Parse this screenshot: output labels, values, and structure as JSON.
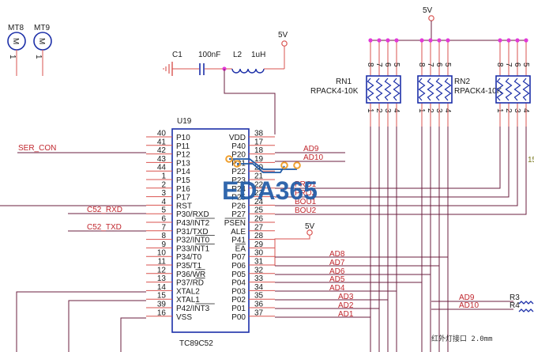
{
  "colors": {
    "wire": "#6b1f3f",
    "pin": "#d9534f",
    "part": "#1c2fa8",
    "junction": "#e23ad8",
    "power": "#d9534f",
    "net_label": "#c0262d",
    "trace": "#1f5aa6",
    "via": "#f0a030"
  },
  "mounts": [
    {
      "ref": "MT8",
      "glyph": "M",
      "pin": "1"
    },
    {
      "ref": "MT9",
      "glyph": "M",
      "pin": "1"
    }
  ],
  "filter": {
    "cap_ref": "C1",
    "cap_value": "100nF",
    "ind_ref": "L2",
    "ind_value": "1uH",
    "supply": "5V"
  },
  "mcu": {
    "ref": "U19",
    "part": "TC89C52",
    "left_pins": [
      {
        "num": "40",
        "name": "P10"
      },
      {
        "num": "41",
        "name": "P11"
      },
      {
        "num": "42",
        "name": "P12"
      },
      {
        "num": "43",
        "name": "P13"
      },
      {
        "num": "44",
        "name": "P14"
      },
      {
        "num": "1",
        "name": "P15"
      },
      {
        "num": "2",
        "name": "P16"
      },
      {
        "num": "3",
        "name": "P17"
      },
      {
        "num": "4",
        "name": "RST"
      },
      {
        "num": "5",
        "name": "P30/RXD"
      },
      {
        "num": "6",
        "name": "P43/INT2"
      },
      {
        "num": "7",
        "name": "P31/TXD"
      },
      {
        "num": "8",
        "name": "P32/INT0"
      },
      {
        "num": "9",
        "name": "P33/INT1"
      },
      {
        "num": "10",
        "name": "P34/T0"
      },
      {
        "num": "11",
        "name": "P35/T1"
      },
      {
        "num": "12",
        "name": "P36/WR"
      },
      {
        "num": "13",
        "name": "P37/RD"
      },
      {
        "num": "14",
        "name": "XTAL2"
      },
      {
        "num": "15",
        "name": "XTAL1"
      },
      {
        "num": "39",
        "name": "P42/INT3"
      },
      {
        "num": "16",
        "name": "VSS"
      }
    ],
    "right_pins": [
      {
        "num": "38",
        "name": "VDD"
      },
      {
        "num": "17",
        "name": "P40"
      },
      {
        "num": "18",
        "name": "P20"
      },
      {
        "num": "19",
        "name": "P21"
      },
      {
        "num": "20",
        "name": "P22"
      },
      {
        "num": "21",
        "name": "P23"
      },
      {
        "num": "22",
        "name": "P24"
      },
      {
        "num": "23",
        "name": "P25"
      },
      {
        "num": "24",
        "name": "P26"
      },
      {
        "num": "25",
        "name": "P27"
      },
      {
        "num": "26",
        "name": "PSEN"
      },
      {
        "num": "27",
        "name": "ALE"
      },
      {
        "num": "28",
        "name": "P41"
      },
      {
        "num": "29",
        "name": "EA"
      },
      {
        "num": "30",
        "name": "P07"
      },
      {
        "num": "31",
        "name": "P06"
      },
      {
        "num": "32",
        "name": "P05"
      },
      {
        "num": "33",
        "name": "P04"
      },
      {
        "num": "34",
        "name": "P03"
      },
      {
        "num": "35",
        "name": "P02"
      },
      {
        "num": "36",
        "name": "P01"
      },
      {
        "num": "37",
        "name": "P00"
      }
    ],
    "ea_supply": "5V"
  },
  "left_nets": {
    "ser_con": "SER_CON",
    "rxd": "C52_RXD",
    "txd": "C52_TXD"
  },
  "right_nets": {
    "ad9": "AD9",
    "ad10": "AD10",
    "pro1": "PRO1",
    "pro2": "PRO2",
    "bou1": "BOU1",
    "bou2": "BOU2",
    "ad_bus": [
      "AD8",
      "AD7",
      "AD6",
      "AD5",
      "AD4",
      "AD3",
      "AD2",
      "AD1"
    ]
  },
  "rpacks": {
    "supply": "5V",
    "rn1_ref": "RN1",
    "rn1_value": "RPACK4-10K",
    "rn2_ref": "RN2",
    "rn2_value": "RPACK4-10K",
    "top_pins": [
      "8",
      "7",
      "6",
      "5"
    ],
    "bottom_pins": [
      "1",
      "2",
      "3",
      "4"
    ]
  },
  "ir_connector": {
    "ad9": "AD9",
    "ad10": "AD10",
    "r3": "R3",
    "r4": "R4",
    "note": "红外灯接口 2.0mm",
    "edge_num": "15"
  },
  "watermark": "EDA365"
}
